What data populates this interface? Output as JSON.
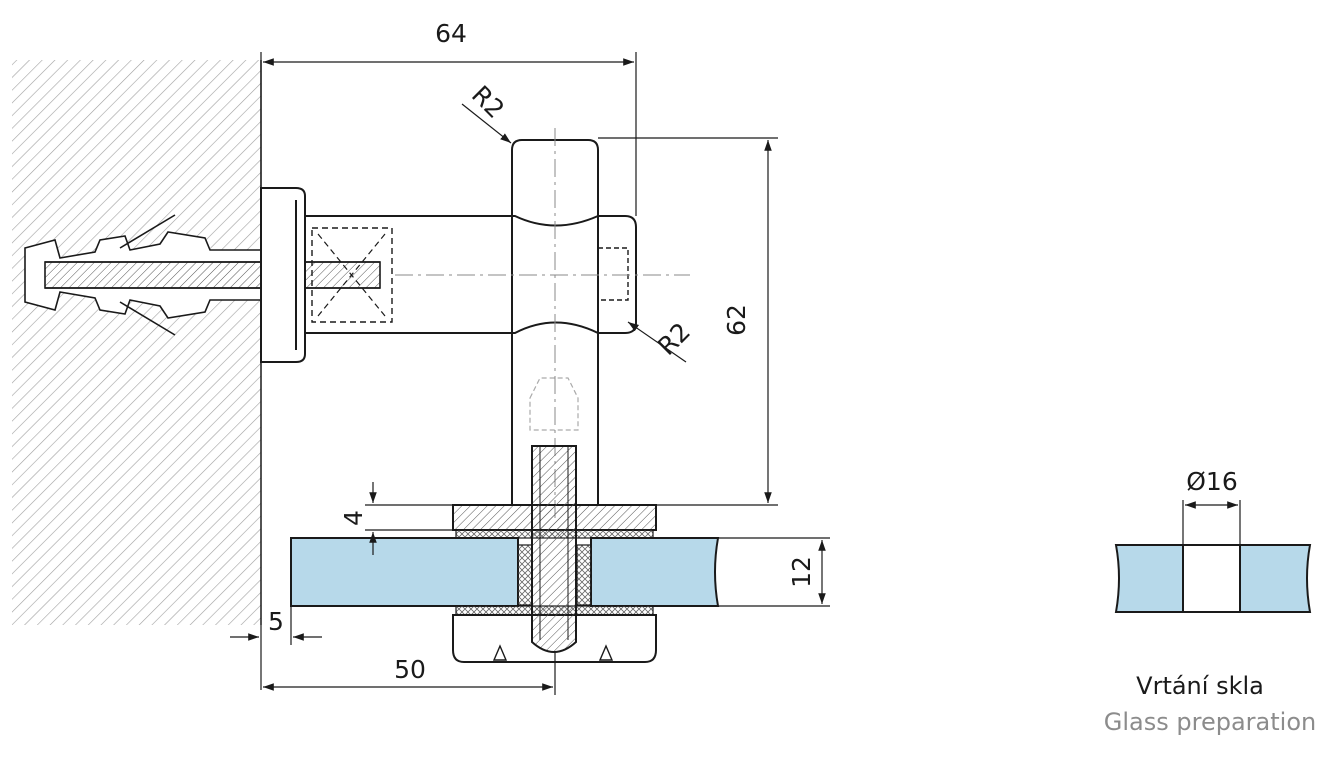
{
  "dimensions": {
    "width_64": "64",
    "height_62": "62",
    "radius_top": "R2",
    "radius_side": "R2",
    "plate_4": "4",
    "glass_12": "12",
    "offset_5": "5",
    "center_50": "50",
    "hole_dia": "Ø16"
  },
  "caption": {
    "title": "Vrtání skla",
    "subtitle": "Glass preparation"
  },
  "colors": {
    "glass": "#b7d9ea",
    "line": "#1a1a1a",
    "hatch": "#9a9a9a",
    "caption_sub": "#8c8c8c"
  }
}
